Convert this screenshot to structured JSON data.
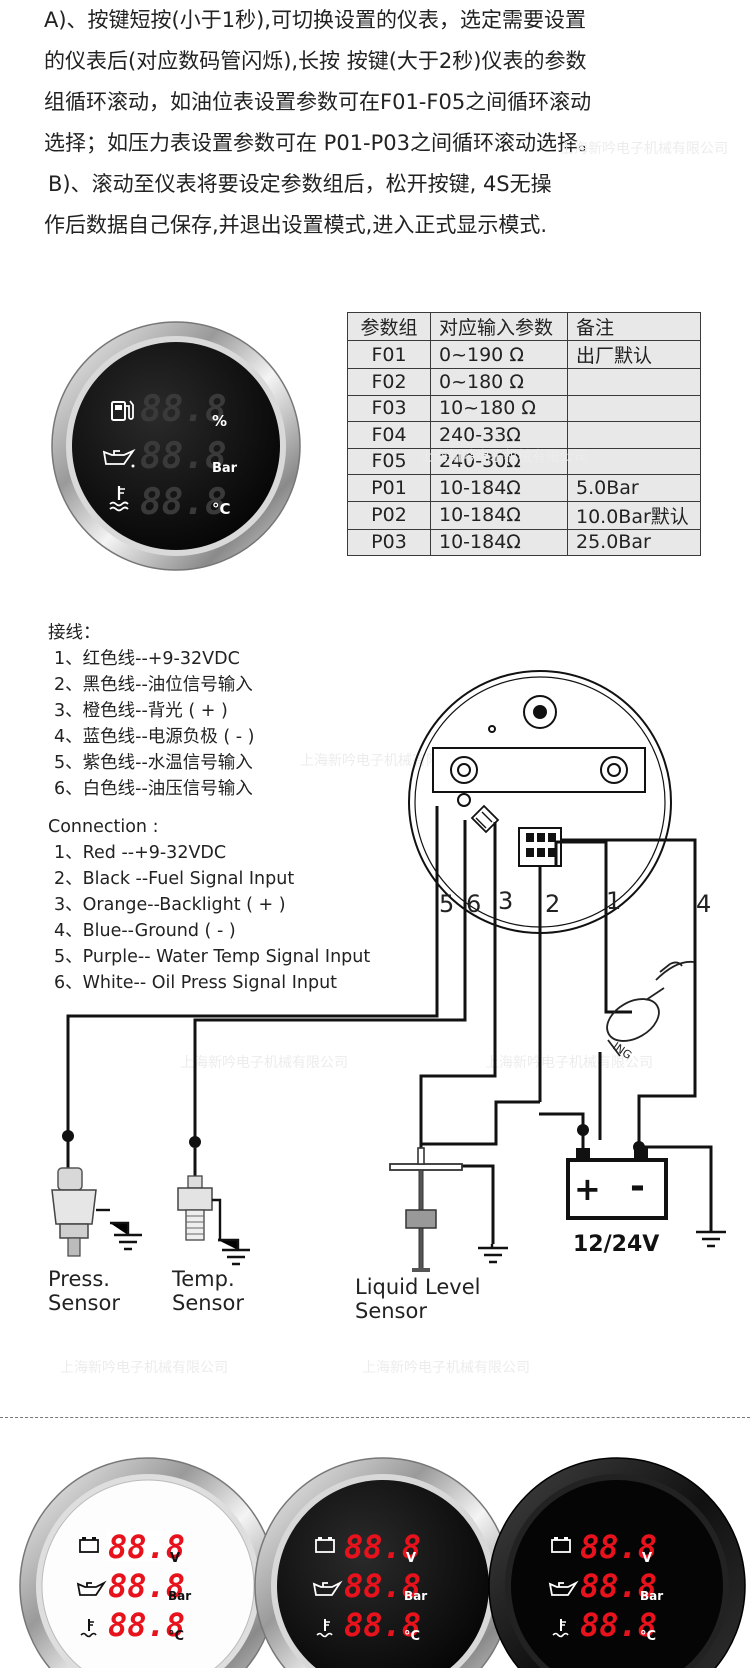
{
  "instructions": [
    "A)、按键短按(小于1秒),可切换设置的仪表，选定需要设置",
    "的仪表后(对应数码管闪烁),长按 按键(大于2秒)仪表的参数",
    "组循环滚动，如油位表设置参数可在F01-F05之间循环滚动",
    "选择；如压力表设置参数可在 P01-P03之间循环滚动选择。",
    "B)、滚动至仪表将要设定参数组后，松开按键, 4S无操",
    "作后数据自己保存,并退出设置模式,进入正式显示模式."
  ],
  "param_table": {
    "headers": [
      "参数组",
      "对应输入参数",
      "备注"
    ],
    "rows": [
      [
        "F01",
        "0~190 Ω",
        "出厂默认"
      ],
      [
        "F02",
        "0~180 Ω",
        ""
      ],
      [
        "F03",
        "10~180 Ω",
        ""
      ],
      [
        "F04",
        "240-33Ω",
        ""
      ],
      [
        "F05",
        "240-30Ω",
        ""
      ],
      [
        "P01",
        "10-184Ω",
        "5.0Bar"
      ],
      [
        "P02",
        "10-184Ω",
        "10.0Bar默认"
      ],
      [
        "P03",
        "10-184Ω",
        "25.0Bar"
      ]
    ]
  },
  "gauge_top": {
    "display": "88.8",
    "units": [
      "%",
      "Bar",
      "°C"
    ]
  },
  "wiring_cn": {
    "title": "接线：",
    "items": [
      "1、红色线--+9-32VDC",
      "2、黑色线--油位信号输入",
      "3、橙色线--背光 ( + )",
      "4、蓝色线--电源负极 ( - )",
      "5、紫色线--水温信号输入",
      "6、白色线--油压信号输入"
    ]
  },
  "wiring_en": {
    "title": "Connection :",
    "items": [
      "1、Red --+9-32VDC",
      "2、Black --Fuel Signal  Input",
      "3、Orange--Backlight ( + )",
      "4、Blue--Ground ( - )",
      "5、Purple-- Water Temp Signal  Input",
      "6、White-- Oil Press Signal  Input"
    ]
  },
  "wire_numbers": [
    "5",
    "6",
    "3",
    "2",
    "1",
    "4"
  ],
  "battery_label": "12/24V",
  "battery_plus": "+",
  "battery_minus": "-",
  "ign_label": "ING",
  "sensors": {
    "press": [
      "Press.",
      "Sensor"
    ],
    "temp": [
      "Temp.",
      "Sensor"
    ],
    "level": [
      "Liquid Level",
      "Sensor"
    ]
  },
  "watermark": "上海新吟电子机械有限公司",
  "gauges_bottom": [
    {
      "style": "white-chrome",
      "display": "88.8",
      "units": [
        "V",
        "Bar",
        "°C"
      ]
    },
    {
      "style": "black-chrome",
      "display": "88.8",
      "units": [
        "V",
        "Bar",
        "°C"
      ]
    },
    {
      "style": "black-black",
      "display": "88.8",
      "units": [
        "V",
        "Bar",
        "°C"
      ]
    }
  ],
  "colors": {
    "led_red": "#e8121c",
    "led_off": "#3a0608",
    "bezel_dark": "#111111",
    "text": "#222222"
  }
}
